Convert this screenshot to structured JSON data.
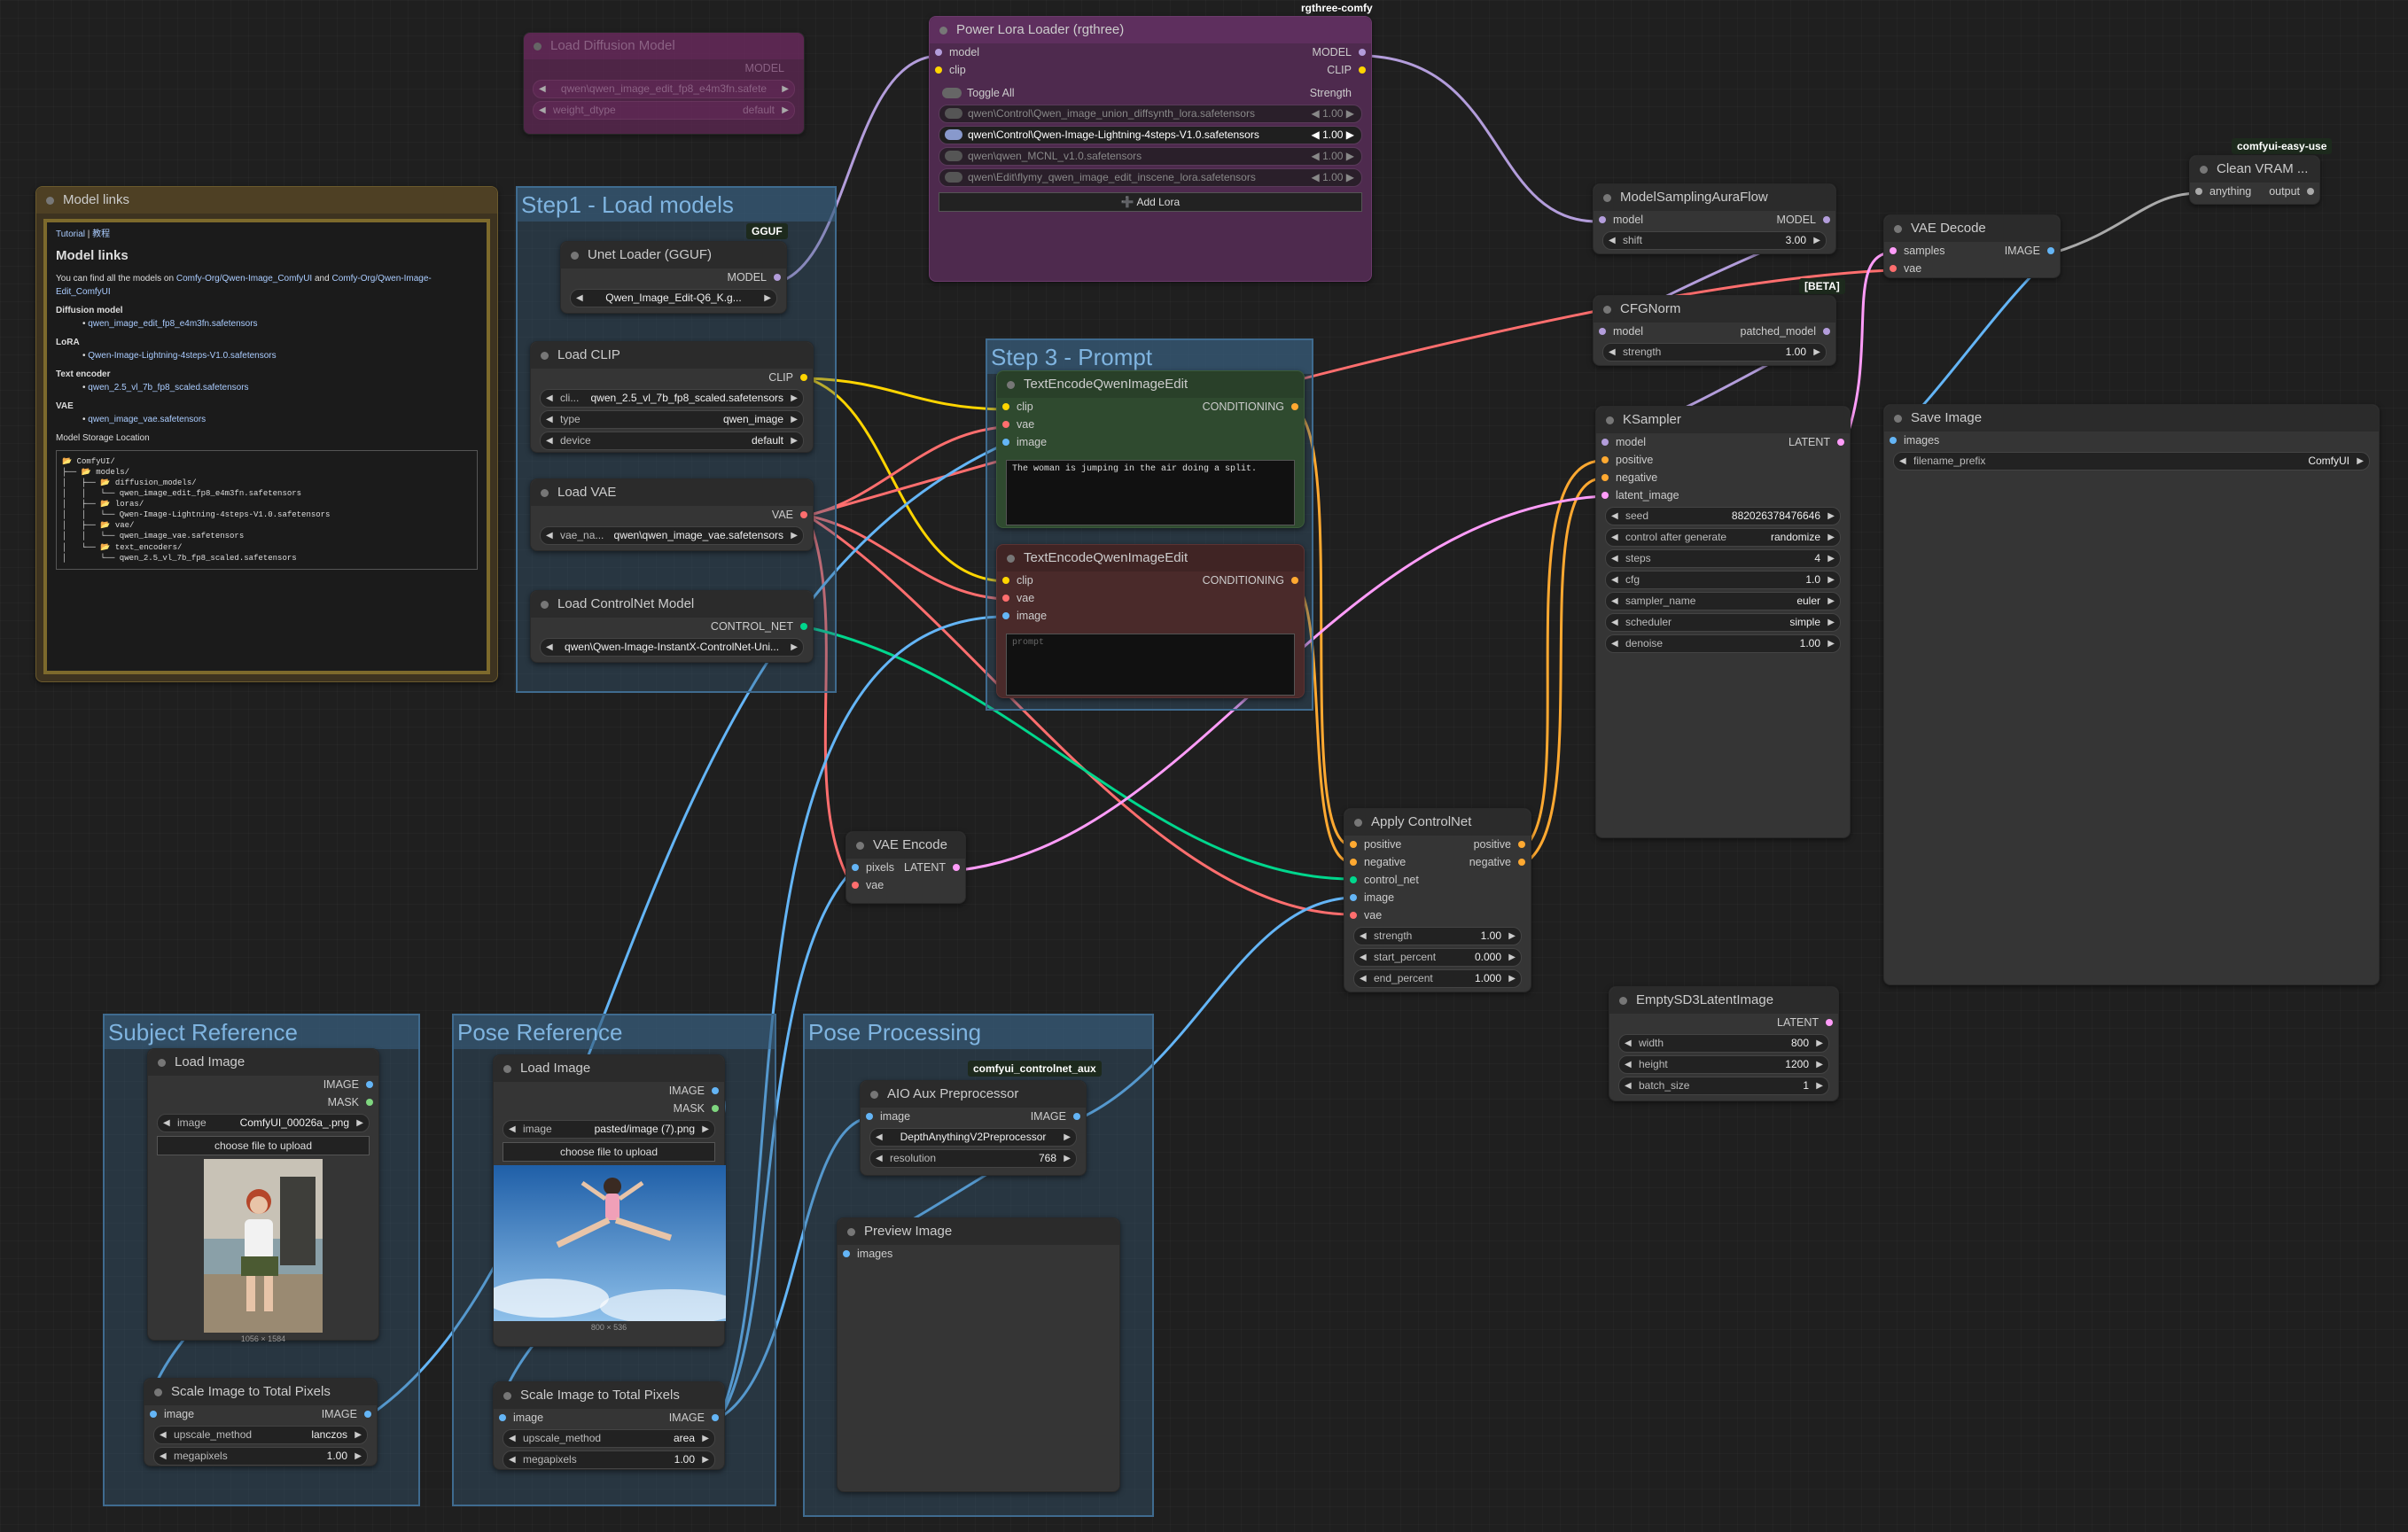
{
  "colors": {
    "clip": "#ffd500",
    "vae": "#ff6e6e",
    "image": "#64b5f6",
    "latent": "#ff9cf9",
    "conditioning": "#ffa931",
    "control": "#00d78d",
    "model": "#b39ddb",
    "any": "#aaa"
  },
  "groups": {
    "step1": "Step1 - Load models",
    "step3": "Step 3 - Prompt",
    "subject": "Subject Reference",
    "pose": "Pose Reference",
    "poseproc": "Pose Processing"
  },
  "badges": {
    "gguf": "GGUF",
    "rgthree": "rgthree-comfy",
    "easyuse": "comfyui-easy-use",
    "beta": "[BETA]",
    "aux": "comfyui_controlnet_aux"
  },
  "load_diffusion": {
    "title": "Load Diffusion Model",
    "output": "MODEL",
    "w1": "qwen\\qwen_image_edit_fp8_e4m3fn.safete",
    "w2l": "weight_dtype",
    "w2v": "default"
  },
  "notes": {
    "title": "Model links",
    "tutorial": "Tutorial",
    "sep": " | ",
    "cn": "教程",
    "heading": "Model links",
    "intro_a": "You can find all the models on ",
    "link1": "Comfy-Org/Qwen-Image_ComfyUI",
    "intro_and": " and ",
    "link2": "Comfy-Org/Qwen-Image-Edit_ComfyUI",
    "h_diff": "Diffusion model",
    "l_diff": "qwen_image_edit_fp8_e4m3fn.safetensors",
    "h_lora": "LoRA",
    "l_lora": "Qwen-Image-Lightning-4steps-V1.0.safetensors",
    "h_te": "Text encoder",
    "l_te": "qwen_2.5_vl_7b_fp8_scaled.safetensors",
    "h_vae": "VAE",
    "l_vae": "qwen_image_vae.safetensors",
    "storage": "Model Storage Location",
    "tree": "📂 ComfyUI/\n├── 📂 models/\n│   ├── 📂 diffusion_models/\n│   │   └── qwen_image_edit_fp8_e4m3fn.safetensors\n│   ├── 📂 loras/\n│   │   └── Qwen-Image-Lightning-4steps-V1.0.safetensors\n│   ├── 📂 vae/\n│   │   └── qwen_image_vae.safetensors\n│   └── 📂 text_encoders/\n│       └── qwen_2.5_vl_7b_fp8_scaled.safetensors"
  },
  "unet": {
    "title": "Unet Loader (GGUF)",
    "output": "MODEL",
    "w": "Qwen_Image_Edit-Q6_K.g..."
  },
  "clip": {
    "title": "Load CLIP",
    "output": "CLIP",
    "w1l": "cli...",
    "w1v": "qwen_2.5_vl_7b_fp8_scaled.safetensors",
    "w2l": "type",
    "w2v": "qwen_image",
    "w3l": "device",
    "w3v": "default"
  },
  "vae": {
    "title": "Load VAE",
    "output": "VAE",
    "wl": "vae_na...",
    "wv": "qwen\\qwen_image_vae.safetensors"
  },
  "cn": {
    "title": "Load ControlNet Model",
    "output": "CONTROL_NET",
    "w": "qwen\\Qwen-Image-InstantX-ControlNet-Uni..."
  },
  "lora": {
    "title": "Power Lora Loader (rgthree)",
    "in1": "model",
    "in2": "clip",
    "out1": "MODEL",
    "out2": "CLIP",
    "toggle": "Toggle All",
    "strength": "Strength",
    "items": [
      {
        "name": "qwen\\Control\\Qwen_image_union_diffsynth_lora.safetensors",
        "v": "1.00"
      },
      {
        "name": "qwen\\Control\\Qwen-Image-Lightning-4steps-V1.0.safetensors",
        "v": "1.00"
      },
      {
        "name": "qwen\\qwen_MCNL_v1.0.safetensors",
        "v": "1.00"
      },
      {
        "name": "qwen\\Edit\\flymy_qwen_image_edit_inscene_lora.safetensors",
        "v": "1.00"
      }
    ],
    "add": "➕ Add Lora"
  },
  "tep": {
    "title": "TextEncodeQwenImageEdit",
    "in1": "clip",
    "in2": "vae",
    "in3": "image",
    "out": "CONDITIONING",
    "text": "The woman is jumping in the air doing a split."
  },
  "ten": {
    "title": "TextEncodeQwenImageEdit",
    "in1": "clip",
    "in2": "vae",
    "in3": "image",
    "out": "CONDITIONING",
    "placeholder": "prompt"
  },
  "msaf": {
    "title": "ModelSamplingAuraFlow",
    "in": "model",
    "out": "MODEL",
    "wl": "shift",
    "wv": "3.00"
  },
  "cfgn": {
    "title": "CFGNorm",
    "in": "model",
    "out": "patched_model",
    "wl": "strength",
    "wv": "1.00"
  },
  "ks": {
    "title": "KSampler",
    "in1": "model",
    "in2": "positive",
    "in3": "negative",
    "in4": "latent_image",
    "out": "LATENT",
    "widgets": [
      {
        "l": "seed",
        "v": "882026378476646"
      },
      {
        "l": "control after generate",
        "v": "randomize"
      },
      {
        "l": "steps",
        "v": "4"
      },
      {
        "l": "cfg",
        "v": "1.0"
      },
      {
        "l": "sampler_name",
        "v": "euler"
      },
      {
        "l": "scheduler",
        "v": "simple"
      },
      {
        "l": "denoise",
        "v": "1.00"
      }
    ]
  },
  "vaed": {
    "title": "VAE Decode",
    "in1": "samples",
    "in2": "vae",
    "out": "IMAGE"
  },
  "cvram": {
    "title": "Clean VRAM ...",
    "in": "anything",
    "out": "output"
  },
  "save": {
    "title": "Save Image",
    "in": "images",
    "wl": "filename_prefix",
    "wv": "ComfyUI"
  },
  "acn": {
    "title": "Apply ControlNet",
    "in1": "positive",
    "in2": "negative",
    "in3": "control_net",
    "in4": "image",
    "in5": "vae",
    "out1": "positive",
    "out2": "negative",
    "widgets": [
      {
        "l": "strength",
        "v": "1.00"
      },
      {
        "l": "start_percent",
        "v": "0.000"
      },
      {
        "l": "end_percent",
        "v": "1.000"
      }
    ]
  },
  "vaee": {
    "title": "VAE Encode",
    "in1": "pixels",
    "in2": "vae",
    "out": "LATENT"
  },
  "empty": {
    "title": "EmptySD3LatentImage",
    "out": "LATENT",
    "widgets": [
      {
        "l": "width",
        "v": "800"
      },
      {
        "l": "height",
        "v": "1200"
      },
      {
        "l": "batch_size",
        "v": "1"
      }
    ]
  },
  "li1": {
    "title": "Load Image",
    "out1": "IMAGE",
    "out2": "MASK",
    "wl": "image",
    "wv": "ComfyUI_00026a_.png",
    "btn": "choose file to upload",
    "size": "1056 × 1584"
  },
  "li2": {
    "title": "Load Image",
    "out1": "IMAGE",
    "out2": "MASK",
    "wl": "image",
    "wv": "pasted/image (7).png",
    "btn": "choose file to upload",
    "size": "800 × 536"
  },
  "sc1": {
    "title": "Scale Image to Total Pixels",
    "in": "image",
    "out": "IMAGE",
    "w1l": "upscale_method",
    "w1v": "lanczos",
    "w2l": "megapixels",
    "w2v": "1.00"
  },
  "sc2": {
    "title": "Scale Image to Total Pixels",
    "in": "image",
    "out": "IMAGE",
    "w1l": "upscale_method",
    "w1v": "area",
    "w2l": "megapixels",
    "w2v": "1.00"
  },
  "aio": {
    "title": "AIO Aux Preprocessor",
    "in": "image",
    "out": "IMAGE",
    "w1": "DepthAnythingV2Preprocessor",
    "w2l": "resolution",
    "w2v": "768"
  },
  "prev": {
    "title": "Preview Image",
    "in": "images"
  }
}
